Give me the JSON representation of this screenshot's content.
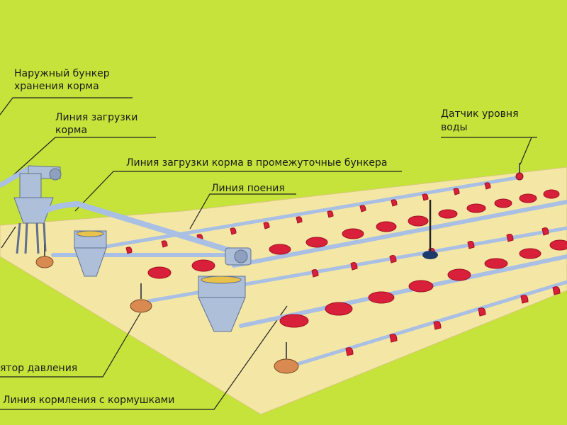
{
  "diagram": {
    "colors": {
      "background": "#c5e33a",
      "floor": "#f4e7a6",
      "pipe": "#a9bfe3",
      "feeder": "#d8203a",
      "hopper": "#aebfd9",
      "feed": "#e8c24a",
      "regulator": "#d88a50"
    },
    "labels": {
      "outer_bunker_line1": "Наружный  бункер",
      "outer_bunker_line2": "хранения  корма",
      "feed_loading_line1": "Линия загрузки",
      "feed_loading_line2": "корма",
      "intermediate_loading": "Линия загрузки корма в промежуточные бункера",
      "watering_line": "Линия поения",
      "water_sensor_line1": "Датчик уровня",
      "water_sensor_line2": "воды",
      "pressure_regulator": "ятор  давления",
      "feeding_line": "Линия кормления с кормушками"
    }
  }
}
